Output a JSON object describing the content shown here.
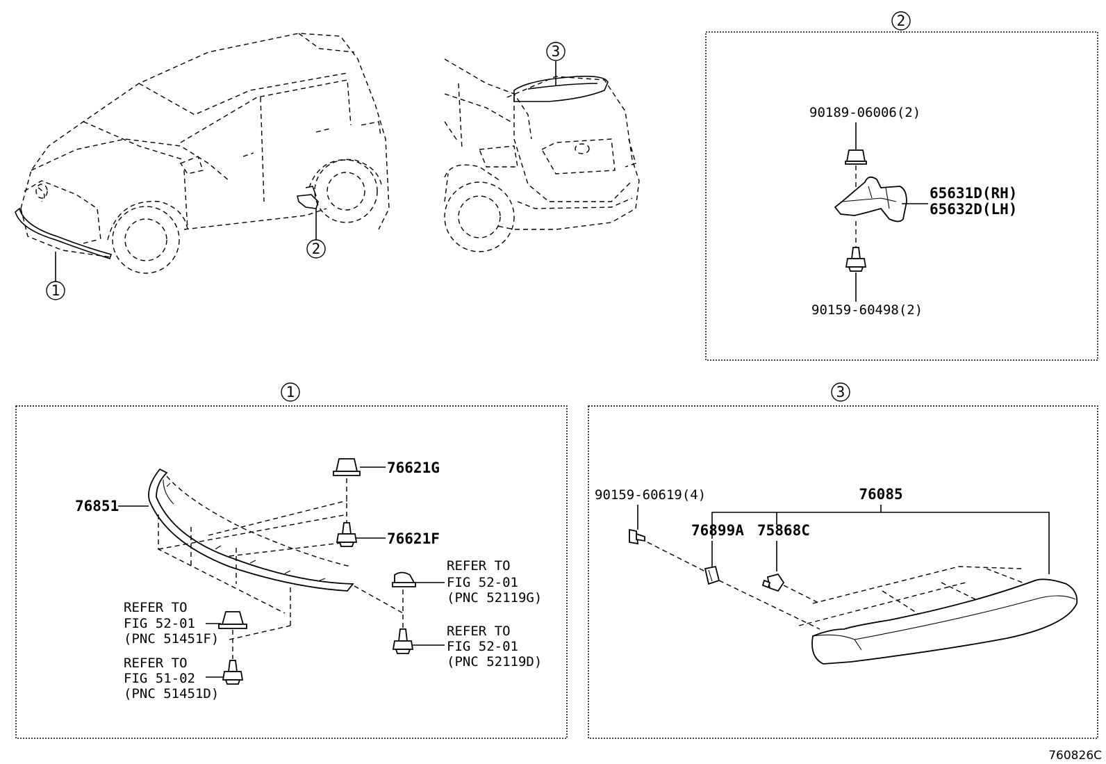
{
  "callouts": {
    "c1": "1",
    "c2": "2",
    "c3": "3"
  },
  "panel_2": {
    "title": "2",
    "labels": {
      "clip_top": "90189-06006(2)",
      "mudguard_rh": "65631D(RH)",
      "mudguard_lh": "65632D(LH)",
      "screw_bottom": "90159-60498(2)"
    }
  },
  "panel_1": {
    "title": "1",
    "labels": {
      "spoiler_front": "76851",
      "clip_76621g": "76621G",
      "screw_76621f": "76621F",
      "ref_a": [
        "REFER TO",
        "FIG 52-01",
        "(PNC 52119G)"
      ],
      "ref_b": [
        "REFER TO",
        "FIG 52-01",
        "(PNC 52119D)"
      ],
      "ref_c": [
        "REFER TO",
        "FIG 52-01",
        "(PNC 51451F)"
      ],
      "ref_d": [
        "REFER TO",
        "FIG 51-02",
        "(PNC 51451D)"
      ]
    }
  },
  "panel_3": {
    "title": "3",
    "labels": {
      "screw": "90159-60619(4)",
      "spoiler_rear": "76085",
      "nut": "76899A",
      "clip": "75868C"
    }
  },
  "diagram_code": "760826C"
}
